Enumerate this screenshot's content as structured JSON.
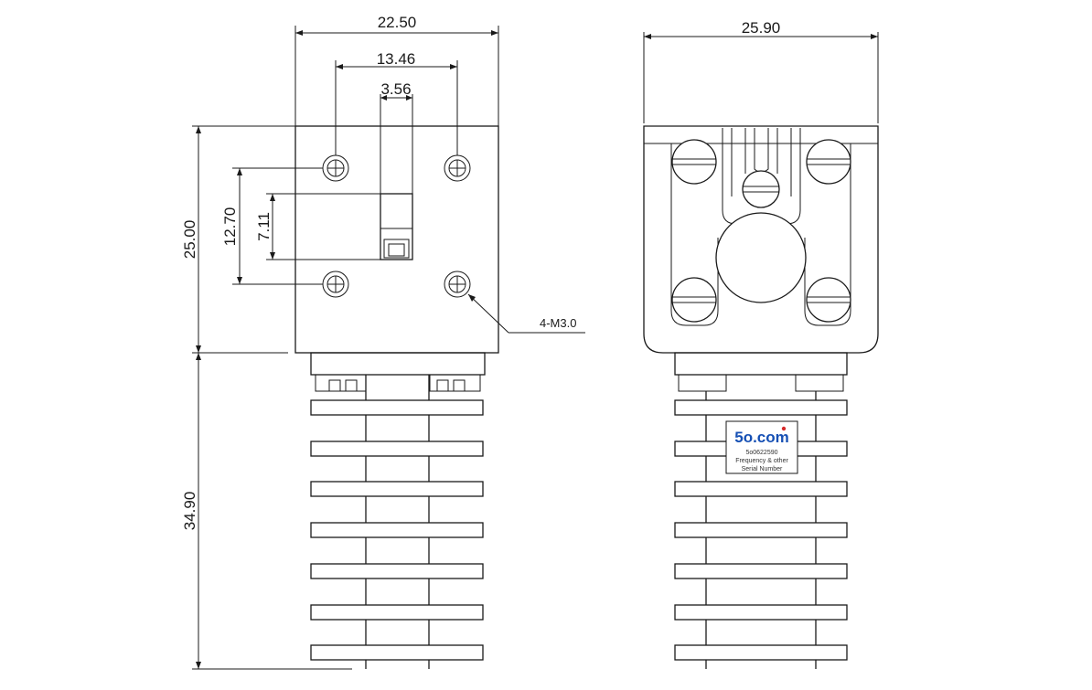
{
  "front_view": {
    "dimensions": {
      "overall_width": "22.50",
      "hole_spacing_horizontal": "13.46",
      "waveguide_width": "3.56",
      "overall_height": "25.00",
      "hole_spacing_vertical": "12.70",
      "waveguide_height": "7.11",
      "heatsink_length": "34.90"
    },
    "callout": "4-M3.0"
  },
  "side_view": {
    "dimensions": {
      "overall_width": "25.90"
    },
    "label": {
      "brand": "5o.com",
      "part_number": "5o0622590",
      "line2": "Frequency & other",
      "line3": "Serial Number"
    },
    "colors": {
      "brand_blue": "#1650b4",
      "brand_dot_red": "#d62a2a"
    }
  }
}
